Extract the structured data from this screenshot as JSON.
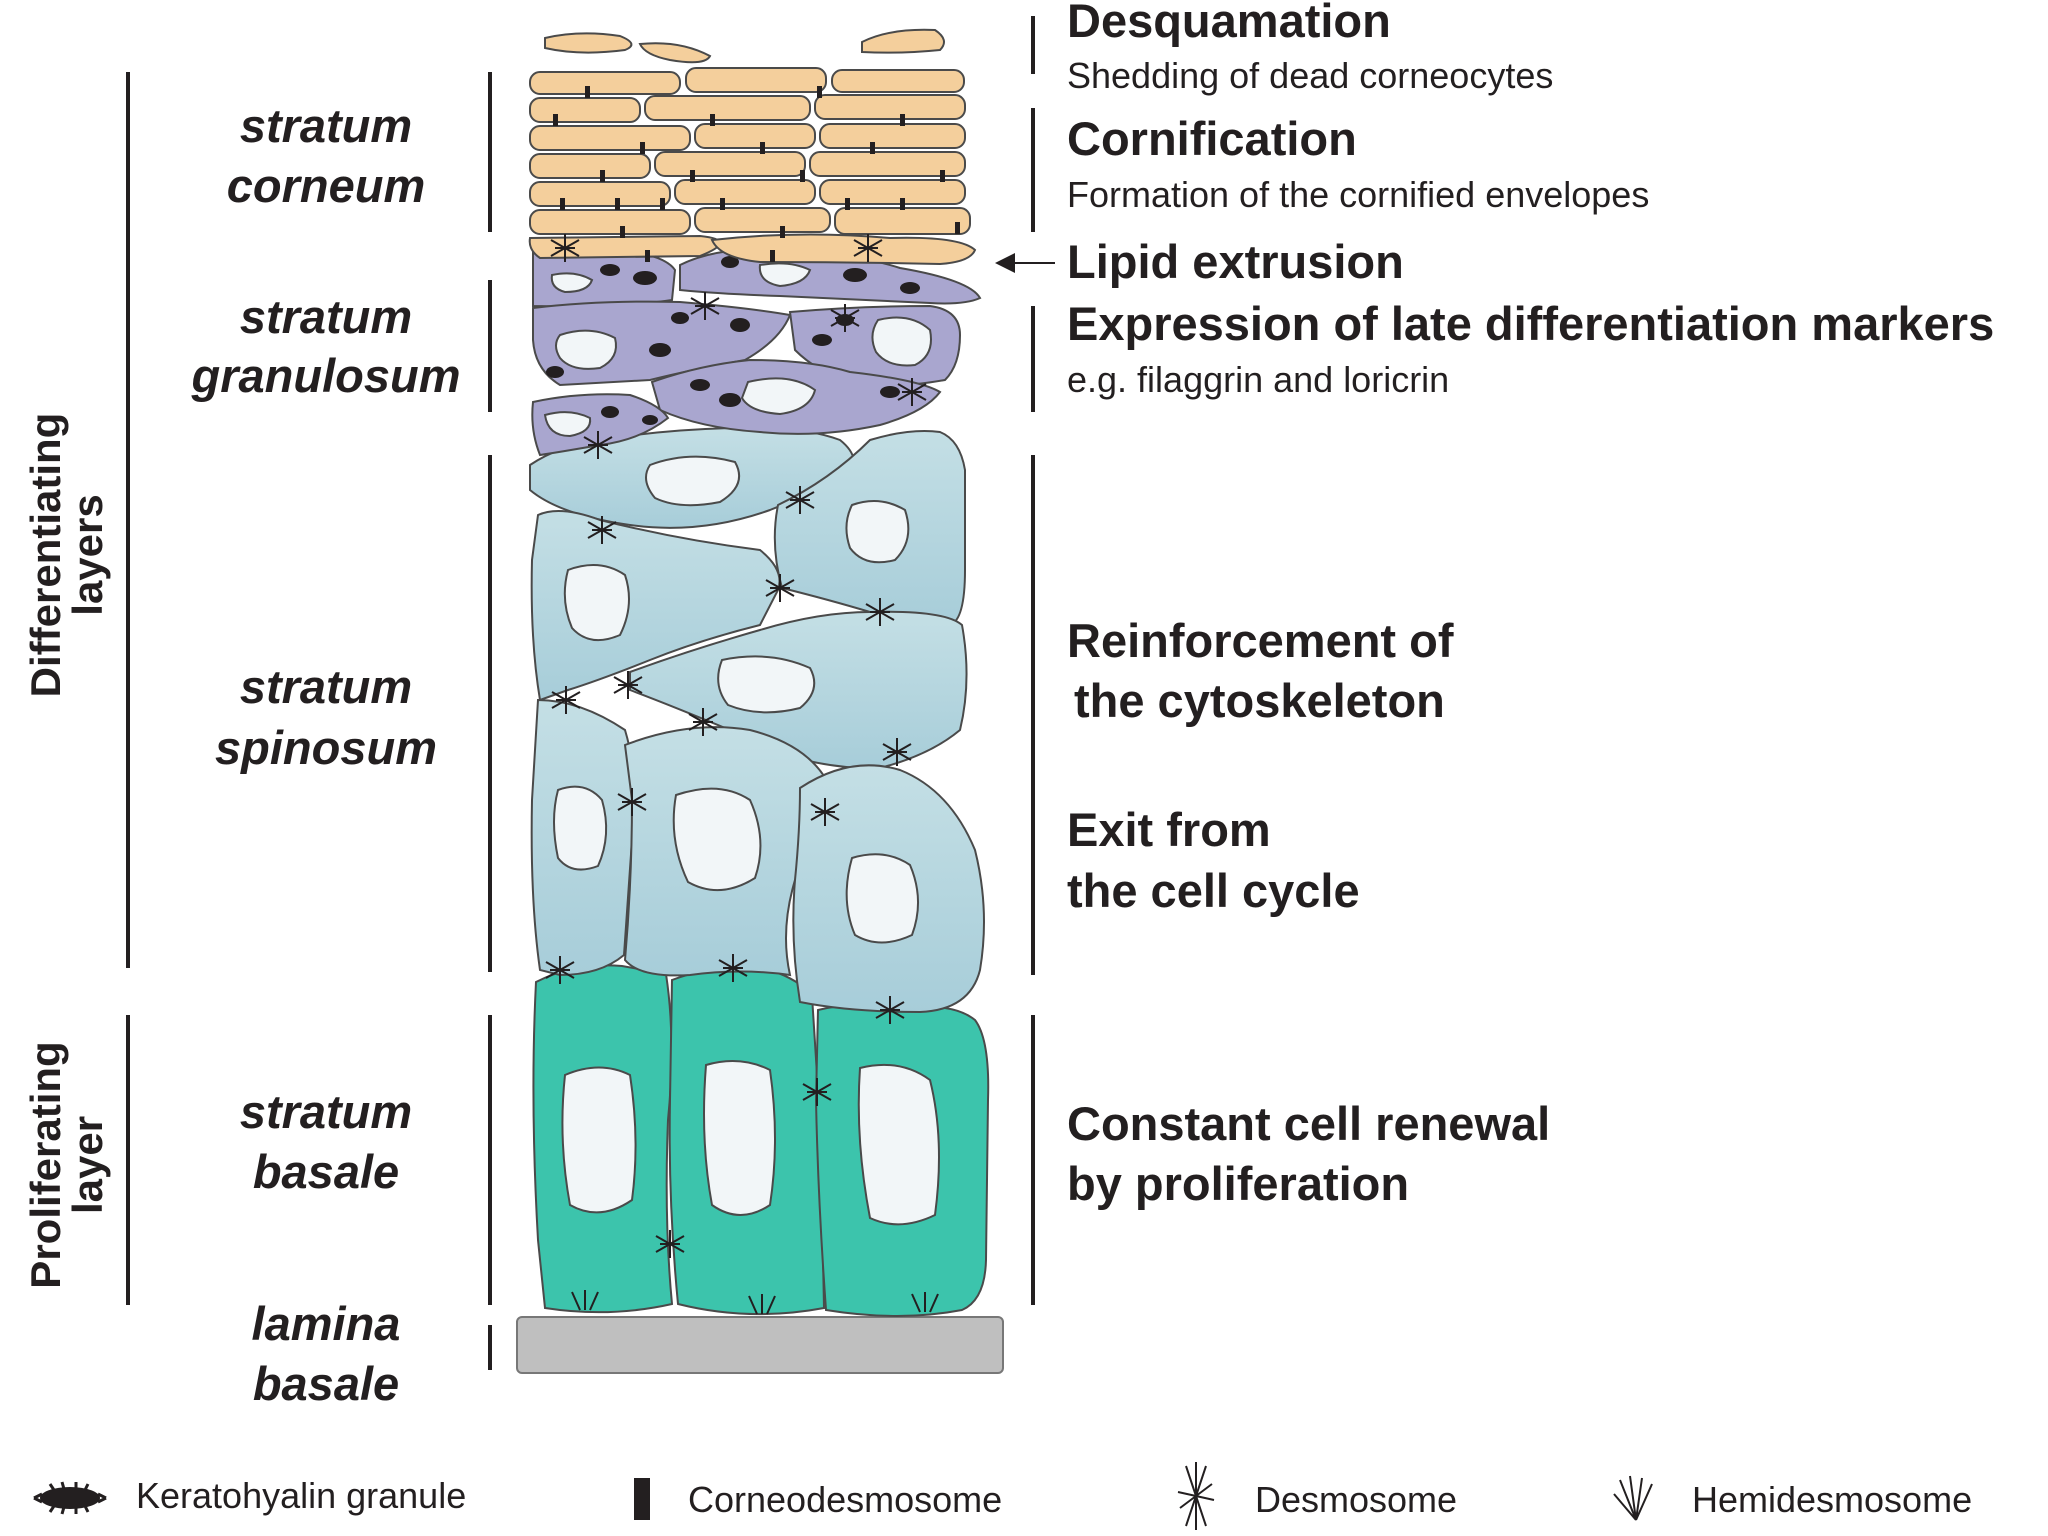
{
  "groups": {
    "differentiating_line1": "Differentiating",
    "differentiating_line2": "layers",
    "proliferating_line1": "Proliferating",
    "proliferating_line2": "layer"
  },
  "layers": {
    "corneum_line1": "stratum",
    "corneum_line2": "corneum",
    "granulosum_line1": "stratum",
    "granulosum_line2": "granulosum",
    "spinosum_line1": "stratum",
    "spinosum_line2": "spinosum",
    "basale_line1": "stratum",
    "basale_line2": "basale",
    "lamina_line1": "lamina",
    "lamina_line2": "basale"
  },
  "processes": {
    "desquamation_title": "Desquamation",
    "desquamation_sub": "Shedding of dead corneocytes",
    "cornification_title": "Cornification",
    "cornification_sub": "Formation of the cornified envelopes",
    "lipid_title": "Lipid extrusion",
    "expression_title": "Expression of late differentiation markers",
    "expression_sub": "e.g. filaggrin and loricrin",
    "reinforcement_line1": "Reinforcement of",
    "reinforcement_line2": "the cytoskeleton",
    "exit_line1": "Exit from",
    "exit_line2": "the cell cycle",
    "renewal_line1": "Constant cell renewal",
    "renewal_line2": "by proliferation"
  },
  "legend": {
    "keratohyalin": "Keratohyalin granule",
    "corneodesmosome": "Corneodesmosome",
    "desmosome": "Desmosome",
    "hemidesmosome": "Hemidesmosome"
  },
  "colors": {
    "corneum": "#f4cf9c",
    "granulosum": "#a9a6cf",
    "spinosum_top": "#c4dfe5",
    "spinosum_bottom": "#a7cdd9",
    "basale": "#3cc4ac",
    "lamina": "#bfbfbf"
  }
}
